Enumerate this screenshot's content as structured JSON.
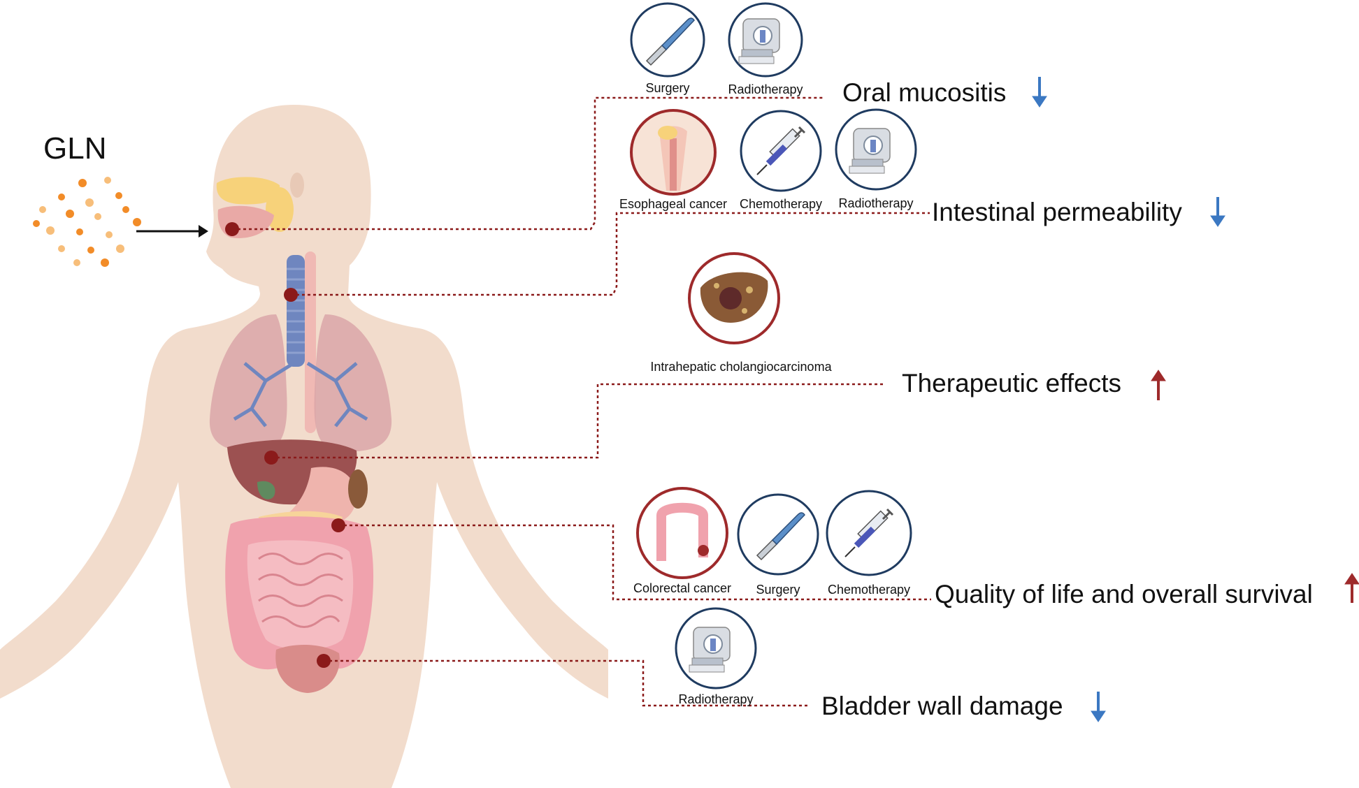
{
  "title": "GLN",
  "colors": {
    "down": "#3b78c2",
    "up": "#9e2a2b",
    "leader": "#8b1a1a",
    "dot": "#8b1a1a",
    "ring_dark": "#1f3b60",
    "ring_red": "#9e2a2b"
  },
  "effects": [
    {
      "label": "Oral mucositis",
      "direction": "down",
      "icons": [
        {
          "label": "Surgery",
          "icon": "scalpel-icon"
        },
        {
          "label": "Radiotherapy",
          "icon": "ct-scanner-icon"
        }
      ]
    },
    {
      "label": "Intestinal permeability",
      "direction": "down",
      "icons": [
        {
          "label": "Esophageal cancer",
          "icon": "esophagus-icon"
        },
        {
          "label": "Chemotherapy",
          "icon": "syringe-icon"
        },
        {
          "label": "Radiotherapy",
          "icon": "ct-scanner-icon"
        }
      ]
    },
    {
      "label": "Therapeutic effects",
      "direction": "up",
      "icons": [
        {
          "label": "Intrahepatic cholangiocarcinoma",
          "icon": "liver-tumor-icon"
        }
      ]
    },
    {
      "label": "Quality of life and overall survival",
      "direction": "up",
      "icons": [
        {
          "label": "Colorectal cancer",
          "icon": "colon-icon"
        },
        {
          "label": "Surgery",
          "icon": "scalpel-icon"
        },
        {
          "label": "Chemotherapy",
          "icon": "syringe-icon"
        }
      ]
    },
    {
      "label": "Bladder wall damage",
      "direction": "down",
      "icons": [
        {
          "label": "Radiotherapy",
          "icon": "ct-scanner-icon"
        }
      ]
    }
  ]
}
